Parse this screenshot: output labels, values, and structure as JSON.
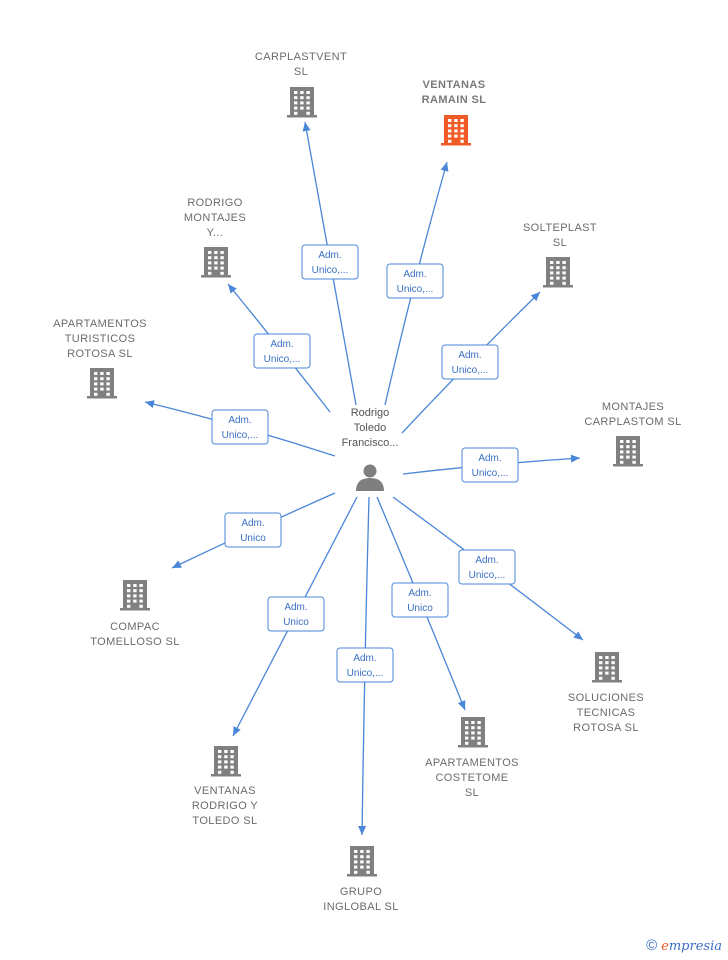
{
  "center": {
    "name_lines": [
      "Rodrigo",
      "Toledo",
      "Francisco..."
    ],
    "icon": "person-icon"
  },
  "companies": [
    {
      "id": "carplastvent",
      "lines": [
        "CARPLASTVENT",
        "SL"
      ],
      "focus": false,
      "relation": [
        "Adm.",
        "Unico,..."
      ]
    },
    {
      "id": "ventanas-ramain",
      "lines": [
        "VENTANAS",
        "RAMAIN  SL"
      ],
      "focus": true,
      "relation": [
        "Adm.",
        "Unico,..."
      ]
    },
    {
      "id": "rodrigo-montajes",
      "lines": [
        "RODRIGO",
        "MONTAJES",
        "Y..."
      ],
      "focus": false,
      "relation": [
        "Adm.",
        "Unico,..."
      ]
    },
    {
      "id": "solteplast",
      "lines": [
        "SOLTEPLAST",
        "SL"
      ],
      "focus": false,
      "relation": [
        "Adm.",
        "Unico,..."
      ]
    },
    {
      "id": "apartamentos-turisticos",
      "lines": [
        "APARTAMENTOS",
        "TURISTICOS",
        "ROTOSA  SL"
      ],
      "focus": false,
      "relation": [
        "Adm.",
        "Unico,..."
      ]
    },
    {
      "id": "montajes-carplastom",
      "lines": [
        "MONTAJES",
        "CARPLASTOM SL"
      ],
      "focus": false,
      "relation": [
        "Adm.",
        "Unico,..."
      ]
    },
    {
      "id": "compac-tomelloso",
      "lines": [
        "COMPAC",
        "TOMELLOSO SL"
      ],
      "focus": false,
      "relation": [
        "Adm.",
        "Unico"
      ]
    },
    {
      "id": "soluciones-tecnicas",
      "lines": [
        "SOLUCIONES",
        "TECNICAS",
        "ROTOSA  SL"
      ],
      "focus": false,
      "relation": [
        "Adm.",
        "Unico,..."
      ]
    },
    {
      "id": "ventanas-rodrigo",
      "lines": [
        "VENTANAS",
        "RODRIGO Y",
        "TOLEDO SL"
      ],
      "focus": false,
      "relation": [
        "Adm.",
        "Unico"
      ]
    },
    {
      "id": "apartamentos-costetome",
      "lines": [
        "APARTAMENTOS",
        "COSTETOME",
        "SL"
      ],
      "focus": false,
      "relation": [
        "Adm.",
        "Unico"
      ]
    },
    {
      "id": "grupo-inglobal",
      "lines": [
        "GRUPO",
        "INGLOBAL  SL"
      ],
      "focus": false,
      "relation": [
        "Adm.",
        "Unico,..."
      ]
    }
  ],
  "colors": {
    "edge": "#4a86d8",
    "building": "#808080",
    "building_focus": "#f05a24"
  },
  "footer": {
    "copyright": "©",
    "brand_first": "e",
    "brand_rest": "mpresia"
  }
}
